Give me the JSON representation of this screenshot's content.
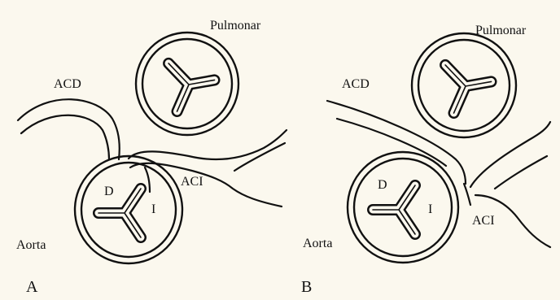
{
  "figure": {
    "panel_a": {
      "letter": "A",
      "labels": {
        "pulmonar": "Pulmonar",
        "acd": "ACD",
        "aci": "ACI",
        "aorta": "Aorta",
        "d": "D",
        "i": "I"
      }
    },
    "panel_b": {
      "letter": "B",
      "labels": {
        "pulmonar": "Pulmonar",
        "acd": "ACD",
        "aci": "ACI",
        "aorta": "Aorta",
        "d": "D",
        "i": "I"
      }
    }
  }
}
